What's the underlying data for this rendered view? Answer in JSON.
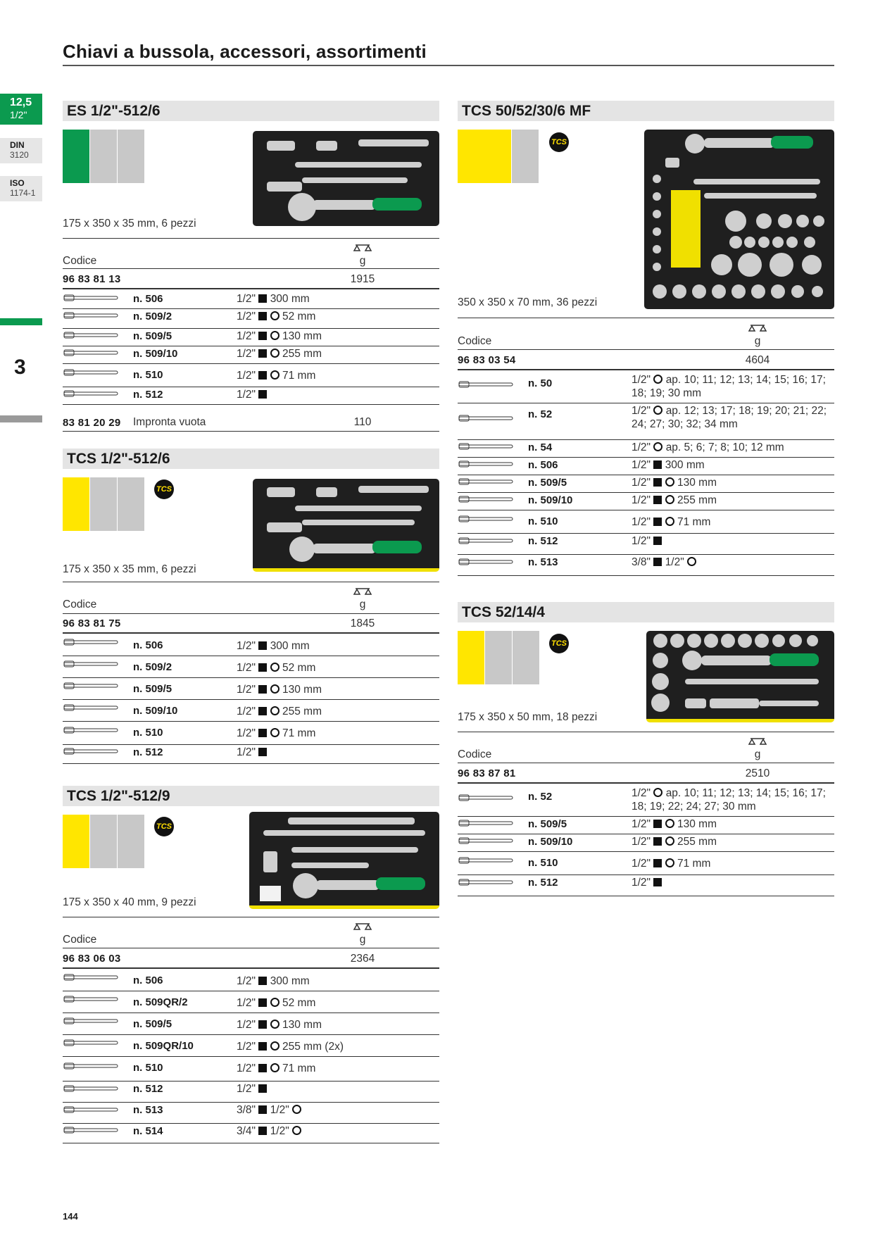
{
  "page": {
    "title": "Chiavi a bussola, accessori, assortimenti",
    "page_number": "144"
  },
  "rail": {
    "size_a": "12,5",
    "size_b": "1/2\"",
    "din_a": "DIN",
    "din_b": "3120",
    "iso_a": "ISO",
    "iso_b": "1174-1",
    "chapter": "3"
  },
  "colors": {
    "green": "#0b9a4f",
    "yellow": "#ffe600",
    "grey": "#c8c8c8"
  },
  "common": {
    "codice_label": "Codice",
    "weight_unit": "g",
    "tcs_logo": "TCS"
  },
  "es512_6": {
    "title": "ES 1/2\"-512/6",
    "dims": "175 x 350 x 35 mm, 6 pezzi",
    "code": "96 83 81 13",
    "weight": "1915",
    "rows": [
      {
        "model": "n. 506",
        "desc": "300 mm",
        "sq": true,
        "ring": false
      },
      {
        "model": "n. 509/2",
        "desc": "52 mm",
        "sq": true,
        "ring": true
      },
      {
        "model": "n. 509/5",
        "desc": "130 mm",
        "sq": true,
        "ring": true
      },
      {
        "model": "n. 509/10",
        "desc": "255 mm",
        "sq": true,
        "ring": true
      },
      {
        "model": "n. 510",
        "desc": "71 mm",
        "sq": true,
        "ring": true
      },
      {
        "model": "n. 512",
        "desc": "",
        "sq": true,
        "ring": false
      }
    ],
    "extra_code": "83 81 20 29",
    "extra_label": "Impronta vuota",
    "extra_weight": "110"
  },
  "tcs512_6": {
    "title": "TCS 1/2\"-512/6",
    "dims": "175 x 350 x 35 mm, 6 pezzi",
    "code": "96 83 81 75",
    "weight": "1845",
    "rows": [
      {
        "model": "n. 506",
        "desc": "300 mm",
        "sq": true,
        "ring": false
      },
      {
        "model": "n. 509/2",
        "desc": "52 mm",
        "sq": true,
        "ring": true
      },
      {
        "model": "n. 509/5",
        "desc": "130 mm",
        "sq": true,
        "ring": true
      },
      {
        "model": "n. 509/10",
        "desc": "255 mm",
        "sq": true,
        "ring": true
      },
      {
        "model": "n. 510",
        "desc": "71 mm",
        "sq": true,
        "ring": true
      },
      {
        "model": "n. 512",
        "desc": "",
        "sq": true,
        "ring": false
      }
    ]
  },
  "tcs512_9": {
    "title": "TCS 1/2\"-512/9",
    "dims": "175 x 350 x 40 mm, 9 pezzi",
    "code": "96 83 06 03",
    "weight": "2364",
    "rows": [
      {
        "model": "n. 506",
        "prefix": "1/2\"",
        "desc": "300 mm",
        "sq": true,
        "ring": false
      },
      {
        "model": "n. 509QR/2",
        "prefix": "1/2\"",
        "desc": "52 mm",
        "sq": true,
        "ring": true
      },
      {
        "model": "n. 509/5",
        "prefix": "1/2\"",
        "desc": "130 mm",
        "sq": true,
        "ring": true
      },
      {
        "model": "n. 509QR/10",
        "prefix": "1/2\"",
        "desc": "255 mm (2x)",
        "sq": true,
        "ring": true
      },
      {
        "model": "n. 510",
        "prefix": "1/2\"",
        "desc": "71 mm",
        "sq": true,
        "ring": true
      },
      {
        "model": "n. 512",
        "prefix": "1/2\"",
        "desc": "",
        "sq": true,
        "ring": false
      },
      {
        "model": "n. 513",
        "prefix": "3/8\"",
        "mid": "1/2\"",
        "desc": "",
        "sq": true,
        "ring": true
      },
      {
        "model": "n. 514",
        "prefix": "3/4\"",
        "mid": "1/2\"",
        "desc": "",
        "sq": true,
        "ring": true
      }
    ]
  },
  "tcs50mf": {
    "title": "TCS 50/52/30/6 MF",
    "dims": "350 x 350 x 70 mm, 36 pezzi",
    "code": "96 83 03 54",
    "weight": "4604",
    "rows": [
      {
        "model": "n. 50",
        "prefix": "1/2\"",
        "desc": "ap. 10; 11; 12; 13; 14; 15; 16; 17; 18; 19; 30 mm",
        "sq": false,
        "ring": true
      },
      {
        "model": "n. 52",
        "prefix": "1/2\"",
        "desc": "ap. 12; 13; 17; 18; 19; 20; 21; 22; 24; 27; 30; 32; 34 mm",
        "sq": false,
        "ring": true
      },
      {
        "model": "n. 54",
        "prefix": "1/2\"",
        "desc": "ap. 5; 6; 7; 8; 10; 12 mm",
        "sq": false,
        "ring": true
      },
      {
        "model": "n. 506",
        "prefix": "1/2\"",
        "desc": "300 mm",
        "sq": true,
        "ring": false
      },
      {
        "model": "n. 509/5",
        "prefix": "1/2\"",
        "desc": "130 mm",
        "sq": true,
        "ring": true
      },
      {
        "model": "n. 509/10",
        "prefix": "1/2\"",
        "desc": "255 mm",
        "sq": true,
        "ring": true
      },
      {
        "model": "n. 510",
        "prefix": "1/2\"",
        "desc": "71 mm",
        "sq": true,
        "ring": true
      },
      {
        "model": "n. 512",
        "prefix": "1/2\"",
        "desc": "",
        "sq": true,
        "ring": false
      },
      {
        "model": "n. 513",
        "prefix": "3/8\"",
        "mid": "1/2\"",
        "desc": "",
        "sq": true,
        "ring": true
      }
    ]
  },
  "tcs52_14": {
    "title": "TCS 52/14/4",
    "dims": "175 x 350 x 50 mm, 18 pezzi",
    "code": "96 83 87 81",
    "weight": "2510",
    "rows": [
      {
        "model": "n. 52",
        "prefix": "1/2\"",
        "desc": "ap. 10; 11; 12; 13; 14; 15; 16; 17; 18; 19; 22; 24; 27; 30 mm",
        "sq": false,
        "ring": true
      },
      {
        "model": "n. 509/5",
        "prefix": "1/2\"",
        "desc": "130 mm",
        "sq": true,
        "ring": true
      },
      {
        "model": "n. 509/10",
        "prefix": "1/2\"",
        "desc": "255 mm",
        "sq": true,
        "ring": true
      },
      {
        "model": "n. 510",
        "prefix": "1/2\"",
        "desc": "71 mm",
        "sq": true,
        "ring": true
      },
      {
        "model": "n. 512",
        "prefix": "1/2\"",
        "desc": "",
        "sq": true,
        "ring": false
      }
    ]
  }
}
